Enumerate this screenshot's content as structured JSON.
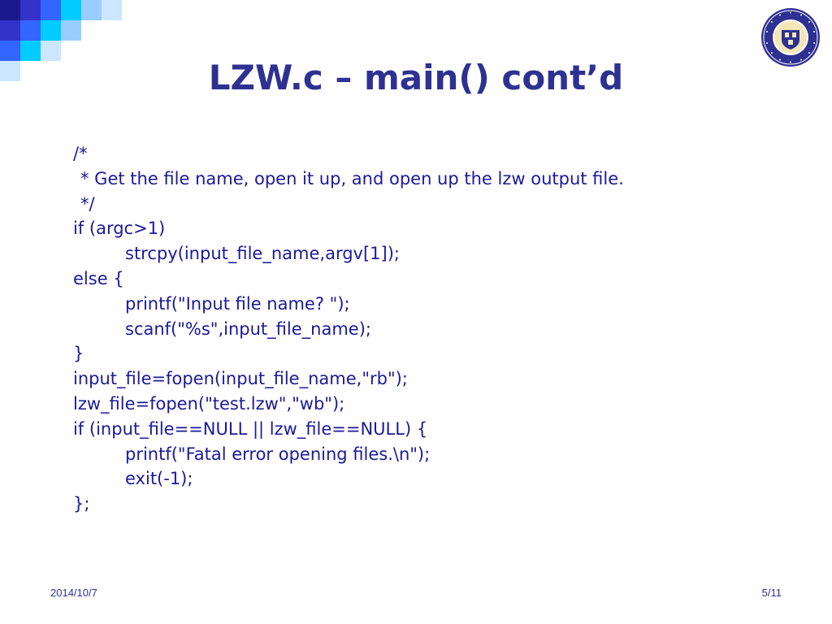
{
  "slide": {
    "title": "LZW.c – main() cont’d",
    "code_lines": [
      {
        "text": "/*",
        "indent": 0
      },
      {
        "text": "* Get the file name, open it up, and open up the lzw output file.",
        "indent": "c"
      },
      {
        "text": "*/",
        "indent": "c"
      },
      {
        "text": "if (argc>1)",
        "indent": 0
      },
      {
        "text": "strcpy(input_file_name,argv[1]);",
        "indent": 1
      },
      {
        "text": "else {",
        "indent": 0
      },
      {
        "text": "printf(\"Input file name? \");",
        "indent": 1
      },
      {
        "text": "scanf(\"%s\",input_file_name);",
        "indent": 1
      },
      {
        "text": "}",
        "indent": 0
      },
      {
        "text": "input_file=fopen(input_file_name,\"rb\");",
        "indent": 0
      },
      {
        "text": "lzw_file=fopen(\"test.lzw\",\"wb\");",
        "indent": 0
      },
      {
        "text": "if (input_file==NULL || lzw_file==NULL) {",
        "indent": 0
      },
      {
        "text": "printf(\"Fatal error opening files.\\n\");",
        "indent": 1
      },
      {
        "text": "exit(-1);",
        "indent": 1
      },
      {
        "text": "};",
        "indent": 0
      }
    ]
  },
  "footer": {
    "date": "2014/10/7",
    "page": "5/11"
  },
  "theme": {
    "title_color": "#2E3192",
    "code_color": "#1A1A99",
    "footer_color": "#2E3192",
    "mosaic_colors": [
      "#1A1A8C",
      "#3333CC",
      "#3366FF",
      "#00CCFF",
      "#99CCFF",
      "#CCE6FF"
    ],
    "seal_ring": "#2E3192",
    "seal_inner": "#F5E6B8"
  },
  "icons": {
    "seal": "university-seal-icon",
    "mosaic": "corner-mosaic-decoration"
  }
}
